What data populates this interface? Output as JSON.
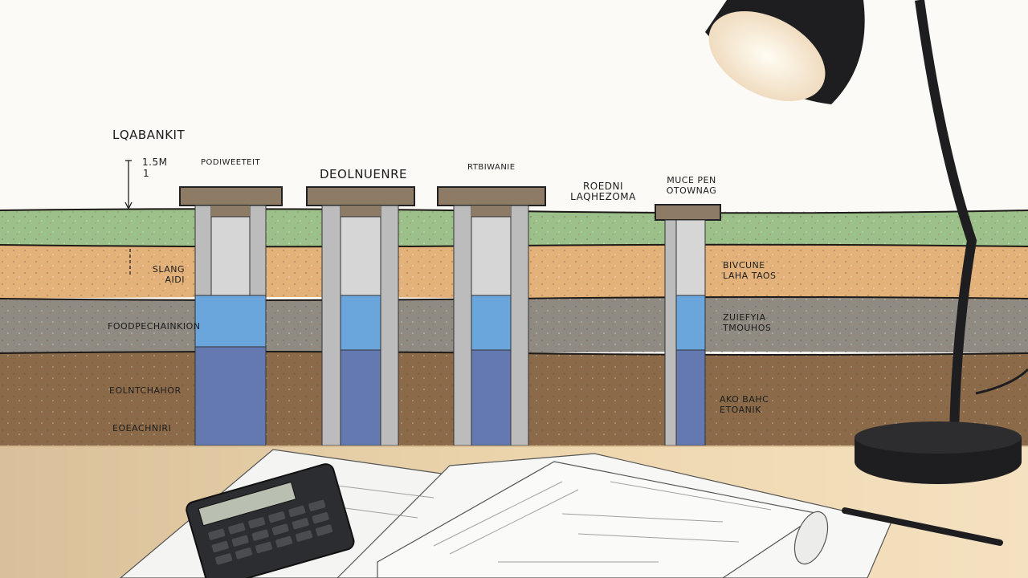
{
  "diagram": {
    "title": "LQABANKIT",
    "dimension": {
      "value": "1.5m",
      "sub": "1"
    },
    "pile_labels": [
      "PODIWEETEIT",
      "DEOLNUENRE",
      "RTBIWANIE",
      "ROEDNI LAQHEZOMA",
      "MUCE PEN OTOWNAG"
    ],
    "left_layer_labels": [
      "SLANG AIDI",
      "FOODPECHAINKION",
      "EOLNTCHAHOR",
      "EOEACHNIRI"
    ],
    "right_layer_labels": [
      "BIVCUNE LAHA TAOS",
      "ZUIEFYIA TMOUHOS",
      "AKO BAHC ETOANIK"
    ],
    "layer_colors": {
      "topsoil": "#9cc089",
      "sand": "#e3b27a",
      "clay": "#8f8a82",
      "bedrock": "#8a6a48"
    },
    "water_colors": {
      "light": "#6aa6dc",
      "dark": "#6479b0"
    }
  }
}
